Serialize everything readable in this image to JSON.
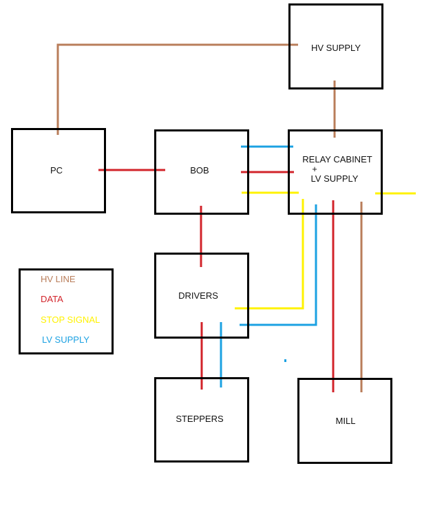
{
  "colors": {
    "hv_line": "#b97d5a",
    "data": "#d2232a",
    "stop_signal": "#fff200",
    "lv_supply": "#1ba1e2"
  },
  "boxes": {
    "hv_supply": "HV SUPPLY",
    "pc": "PC",
    "bob": "BOB",
    "relay_line1": "RELAY CABINET",
    "relay_line2": "+",
    "relay_line3": "LV SUPPLY",
    "drivers": "DRIVERS",
    "steppers": "STEPPERS",
    "mill": "MILL"
  },
  "legend": {
    "items": [
      {
        "label": "HV LINE",
        "type": "hv_line"
      },
      {
        "label": "DATA",
        "type": "data"
      },
      {
        "label": "STOP SIGNAL",
        "type": "stop_signal"
      },
      {
        "label": "LV SUPPLY",
        "type": "lv_supply"
      }
    ]
  },
  "connections": [
    {
      "from": "HV SUPPLY",
      "to": "PC",
      "type": "hv_line"
    },
    {
      "from": "HV SUPPLY",
      "to": "RELAY CABINET + LV SUPPLY",
      "type": "hv_line"
    },
    {
      "from": "PC",
      "to": "BOB",
      "type": "data"
    },
    {
      "from": "BOB",
      "to": "RELAY CABINET + LV SUPPLY",
      "type": "lv_supply"
    },
    {
      "from": "BOB",
      "to": "RELAY CABINET + LV SUPPLY",
      "type": "data"
    },
    {
      "from": "BOB",
      "to": "RELAY CABINET + LV SUPPLY",
      "type": "stop_signal"
    },
    {
      "from": "RELAY CABINET + LV SUPPLY",
      "to": "external",
      "type": "stop_signal"
    },
    {
      "from": "BOB",
      "to": "DRIVERS",
      "type": "data"
    },
    {
      "from": "RELAY CABINET + LV SUPPLY",
      "to": "DRIVERS",
      "type": "stop_signal"
    },
    {
      "from": "RELAY CABINET + LV SUPPLY",
      "to": "DRIVERS",
      "type": "lv_supply"
    },
    {
      "from": "DRIVERS",
      "to": "STEPPERS",
      "type": "data"
    },
    {
      "from": "DRIVERS",
      "to": "STEPPERS",
      "type": "lv_supply"
    },
    {
      "from": "RELAY CABINET + LV SUPPLY",
      "to": "MILL",
      "type": "data"
    },
    {
      "from": "RELAY CABINET + LV SUPPLY",
      "to": "MILL",
      "type": "hv_line"
    }
  ]
}
